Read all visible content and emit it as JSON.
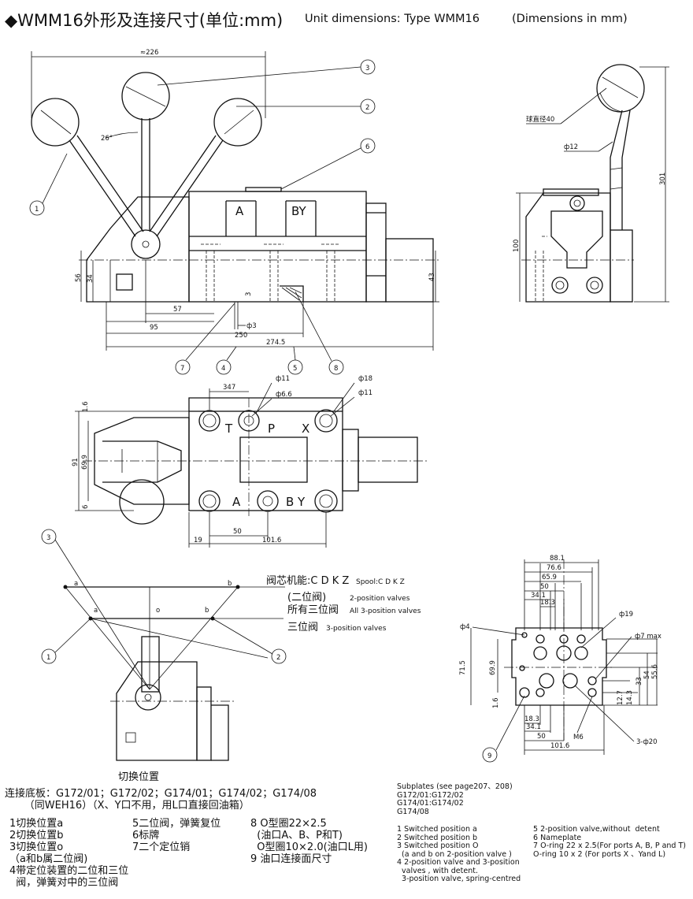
{
  "header": {
    "title": "◆WMM16外形及连接尺寸(单位:mm)",
    "title_en": "Unit dimensions: Type WMM16",
    "units_en": "(Dimensions in mm)"
  },
  "front_view": {
    "dims": {
      "d226": "≈226",
      "d26": "26°",
      "d56": "56",
      "d34": "34",
      "d57": "57",
      "d95": "95",
      "d3": "3",
      "dphi3": "ф3",
      "d250": "250",
      "d274": "274.5",
      "d43": "43"
    },
    "port_labels": {
      "a": "A",
      "by": "BY"
    },
    "callouts": [
      "1",
      "2",
      "3",
      "4",
      "5",
      "6",
      "7",
      "8"
    ]
  },
  "side_view": {
    "ball_label": "球直径40",
    "phi12": "ф12",
    "d301": "301",
    "d100": "100"
  },
  "top_view": {
    "dims": {
      "d347": "347",
      "phi11a": "ф11",
      "phi66": "ф6.6",
      "phi18": "ф18",
      "phi11b": "ф11",
      "d16": "1.6",
      "d91": "91",
      "d699": "69.9",
      "d6": "6",
      "d50": "50",
      "d19": "19",
      "d1016": "101.6"
    },
    "port_labels": {
      "t": "T",
      "p": "P",
      "x": "X",
      "a": "A",
      "by": "B Y"
    }
  },
  "positions_view": {
    "spool": "阀芯机能:C D K Z",
    "spool_en": "Spool:C D K Z",
    "two_pos": "(二位阀)",
    "two_pos_en": "2-position valves",
    "all_three": "所有三位阀",
    "all_three_en": "All 3-position valves",
    "three_pos": "三位阀",
    "three_pos_en": "3-position valves",
    "a": "a",
    "b": "b",
    "o": "o",
    "callouts": [
      "3",
      "1",
      "2"
    ],
    "caption": "切换位置"
  },
  "subplate_view": {
    "dims": {
      "d881": "88.1",
      "d766": "76.6",
      "d659": "65.9",
      "d50": "50",
      "d341": "34.1",
      "d183": "18.3",
      "phi19": "ф19",
      "phi4": "ф4",
      "phi7": "ф7 max",
      "d715": "71.5",
      "d699": "69.9",
      "d16": "1.6",
      "d33": "33",
      "d54": "54",
      "d556": "55.6",
      "d127": "12.7",
      "d143": "14.3",
      "b183": "18.3",
      "b341": "34.1",
      "b50": "50",
      "b1016": "101.6",
      "m6": "M6",
      "phi20": "3-ф20"
    },
    "callout": "9"
  },
  "notes": {
    "subplate_cn": "连接底板：G172/01；G172/02；G174/01；G174/02；G174/08\n      （同WEH16）（X、Y口不用，用L口直接回油箱）",
    "col1": "1切换位置a\n2切换位置b\n3切换位置o\n（a和b属二位阀)\n4带定位装置的二位和三位\n  阀，弹簧对中的三位阀",
    "col2": "5二位阀，弹簧复位\n6标牌\n7二个定位销",
    "col3": "8 O型圈22×2.5\n  (油口A、B、P和T)\n  O型圈10×2.0(油口L用)\n9 油口连接面尺寸",
    "subplate_en": "Subplates (see page207、208)\nG172/01:G172/02\nG174/01:G174/02\nG174/08",
    "en_col1": "1 Switched position a\n2 Switched position b\n3 Switched position O\n  (a and b on 2-position valve )\n4 2-position valve and 3-position\n  valves , with detent.\n  3-position valve, spring-centred",
    "en_col2": "5 2-position valve,without  detent\n6 Nameplate\n7 O-ring 22 x 2.5(For ports A, B, P and T)\nO-ring 10 x 2 (For ports X 、Yand L)"
  }
}
